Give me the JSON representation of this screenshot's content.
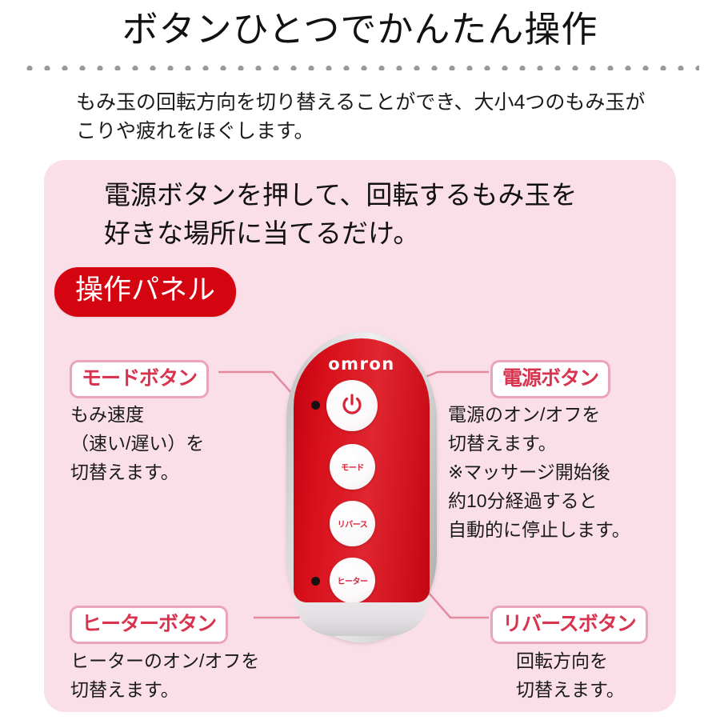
{
  "header": {
    "title": "ボタンひとつでかんたん操作",
    "divider": "dotted-line"
  },
  "intro": {
    "line1": "もみ玉の回転方向を切り替えることができ、大小4つのもみ玉が",
    "line2": "こりや疲れをほぐします。"
  },
  "panel": {
    "lead_line1": "電源ボタンを押して、回転するもみ玉を",
    "lead_line2": "好きな場所に当てるだけ。",
    "badge_label": "操作パネル",
    "background_color": "#fadfe9",
    "badge_color": "#d40511"
  },
  "device": {
    "brand": "omron",
    "buttons": {
      "power": "",
      "mode": "モード",
      "reverse": "リバース",
      "heater": "ヒーター"
    },
    "icons": {
      "power": "power-icon"
    },
    "body_color": "#d8101b",
    "shell_color": "#d9d9d9"
  },
  "callouts": [
    {
      "id": "mode",
      "badge": "モードボタン",
      "lines": [
        "もみ速度",
        "（速い/遅い）を",
        "切替えます。"
      ]
    },
    {
      "id": "power",
      "badge": "電源ボタン",
      "lines": [
        "電源のオン/オフを",
        "切替えます。",
        "※マッサージ開始後",
        "約10分経過すると",
        "自動的に停止します。"
      ]
    },
    {
      "id": "heater",
      "badge": "ヒーターボタン",
      "lines": [
        "ヒーターのオン/オフを",
        "切替えます。"
      ]
    },
    {
      "id": "reverse",
      "badge": "リバースボタン",
      "lines": [
        "回転方向を",
        "切替えます。"
      ]
    }
  ],
  "colors": {
    "accent_red": "#d40511",
    "badge_text_red": "#d8344f",
    "badge_border_pink": "#eaa6b8",
    "panel_pink": "#fadfe9",
    "connector_pink": "#e4899f"
  }
}
